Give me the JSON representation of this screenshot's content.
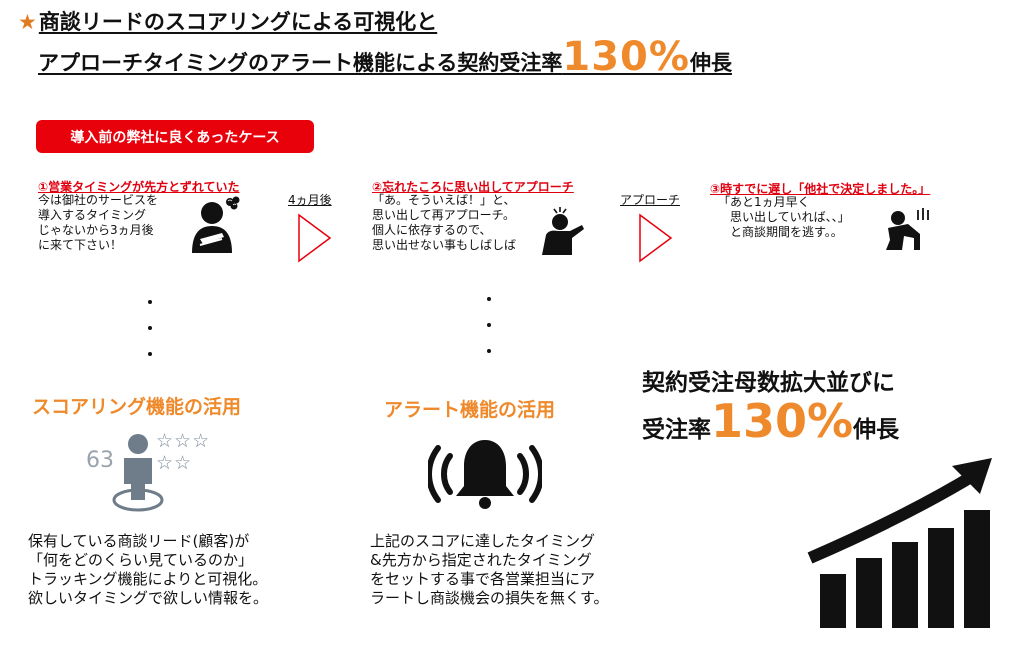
{
  "headline": {
    "star": "★",
    "line1": "商談リードのスコアリングによる可視化と",
    "line2_prefix": "アプローチタイミングのアラート機能による契約受注率",
    "line2_big": "130%",
    "line2_suffix": "伸長"
  },
  "case_badge": "導入前の弊社に良くあったケース",
  "cases": [
    {
      "heading": "①営業タイミングが先方とずれていた",
      "body": "今は御社のサービスを\n導入するタイミング\nじゃないから3ヵ月後\nに来て下さい！",
      "icon": "thinking-person-icon"
    },
    {
      "heading": "②忘れたころに思い出してアプローチ",
      "body": "「あ。そういえば！」と、\n思い出して再アプローチ。\n個人に依存するので、\n思い出せない事もしばしば",
      "icon": "confused-person-icon"
    },
    {
      "heading": "③時すでに遅し「他社で決定しました。」",
      "body": "「あと1ヵ月早く\n　思い出していれば、、」\n　と商談期間を逃す。。",
      "icon": "despair-person-icon"
    }
  ],
  "steps": [
    "4ヵ月後",
    "アプローチ"
  ],
  "features": [
    {
      "title": "スコアリング機能の活用",
      "score": "63",
      "body": "保有している商談リード(顧客)が\n「何をどのくらい見ているのか」\nトラッキング機能によりと可視化。\n欲しいタイミングで欲しい情報を。",
      "icon": "scoring-person-icon"
    },
    {
      "title": "アラート機能の活用",
      "body": "上記のスコアに達したタイミング\n&先方から指定されたタイミング\nをセットする事で各営業担当にア\nラートし商談機会の損失を無くす。",
      "icon": "alarm-bell-icon"
    }
  ],
  "result": {
    "line1": "契約受注母数拡大並びに",
    "line2_prefix": "受注率",
    "line2_big": "130%",
    "line2_suffix": "伸長",
    "icon": "growth-chart-icon"
  },
  "colors": {
    "accent": "#ef8a2c",
    "red": "#e8000b"
  }
}
